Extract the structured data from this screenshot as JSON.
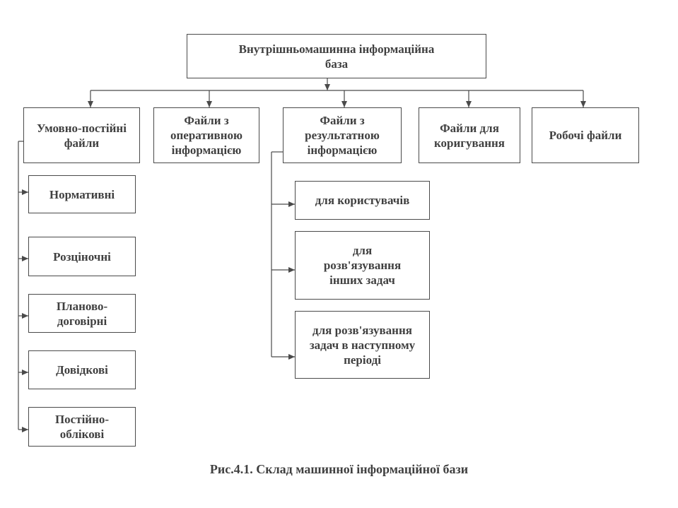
{
  "diagram": {
    "root": "Внутрішньомашинна інформаційна\nбаза",
    "categories": [
      "Умовно-постійні\nфайли",
      "Файли з\nоперативною\nінформацією",
      "Файли з\nрезультатною\nінформацією",
      "Файли для\nкоригування",
      "Робочі файли"
    ],
    "conditional_files": [
      "Нормативні",
      "Розціночні",
      "Планово-\nдоговірні",
      "Довідкові",
      "Постійно-\nоблікові"
    ],
    "result_files": [
      "для користувачів",
      "для\nрозв'язування\nінших задач",
      "для розв'язування\nзадач в наступному\nперіоді"
    ],
    "caption": "Рис.4.1. Склад машинної інформаційної бази"
  },
  "colors": {
    "line": "#4a4a4a",
    "text": "#404040"
  }
}
